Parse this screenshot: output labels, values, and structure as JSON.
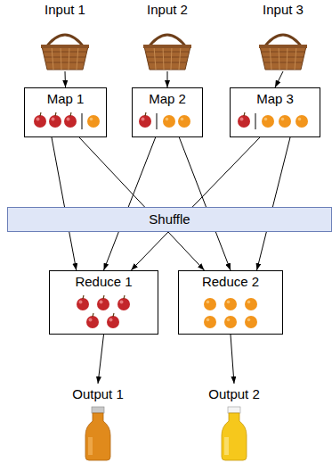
{
  "diagram": {
    "nodes": [
      {
        "text": [
          "Input 1"
        ]
      },
      {
        "text": [
          "Input 2"
        ]
      },
      {
        "text": [
          "Input 3"
        ]
      },
      {
        "text": [
          "Map 1"
        ]
      },
      {
        "text": [
          "Map 2"
        ]
      },
      {
        "text": [
          "Map 3"
        ]
      },
      {
        "text": [
          "Shuffle"
        ]
      },
      {
        "text": [
          "Reduce 1"
        ]
      },
      {
        "text": [
          "Reduce 2"
        ]
      },
      {
        "text": [
          "Output 1"
        ]
      },
      {
        "text": [
          "Output 2"
        ]
      }
    ],
    "edges": [
      {
        "from": 0,
        "to": 3,
        "arrow": "to"
      },
      {
        "from": 1,
        "to": 4,
        "arrow": "to"
      },
      {
        "from": 2,
        "to": 5,
        "arrow": "to"
      },
      {
        "from": 3,
        "to": 7,
        "arrow": "to"
      },
      {
        "from": 3,
        "to": 8,
        "arrow": "to"
      },
      {
        "from": 4,
        "to": 7,
        "arrow": "to"
      },
      {
        "from": 4,
        "to": 8,
        "arrow": "to"
      },
      {
        "from": 5,
        "to": 7,
        "arrow": "to"
      },
      {
        "from": 5,
        "to": 8,
        "arrow": "to"
      },
      {
        "from": 7,
        "to": 9,
        "arrow": "to"
      },
      {
        "from": 8,
        "to": 10,
        "arrow": "to"
      }
    ]
  }
}
